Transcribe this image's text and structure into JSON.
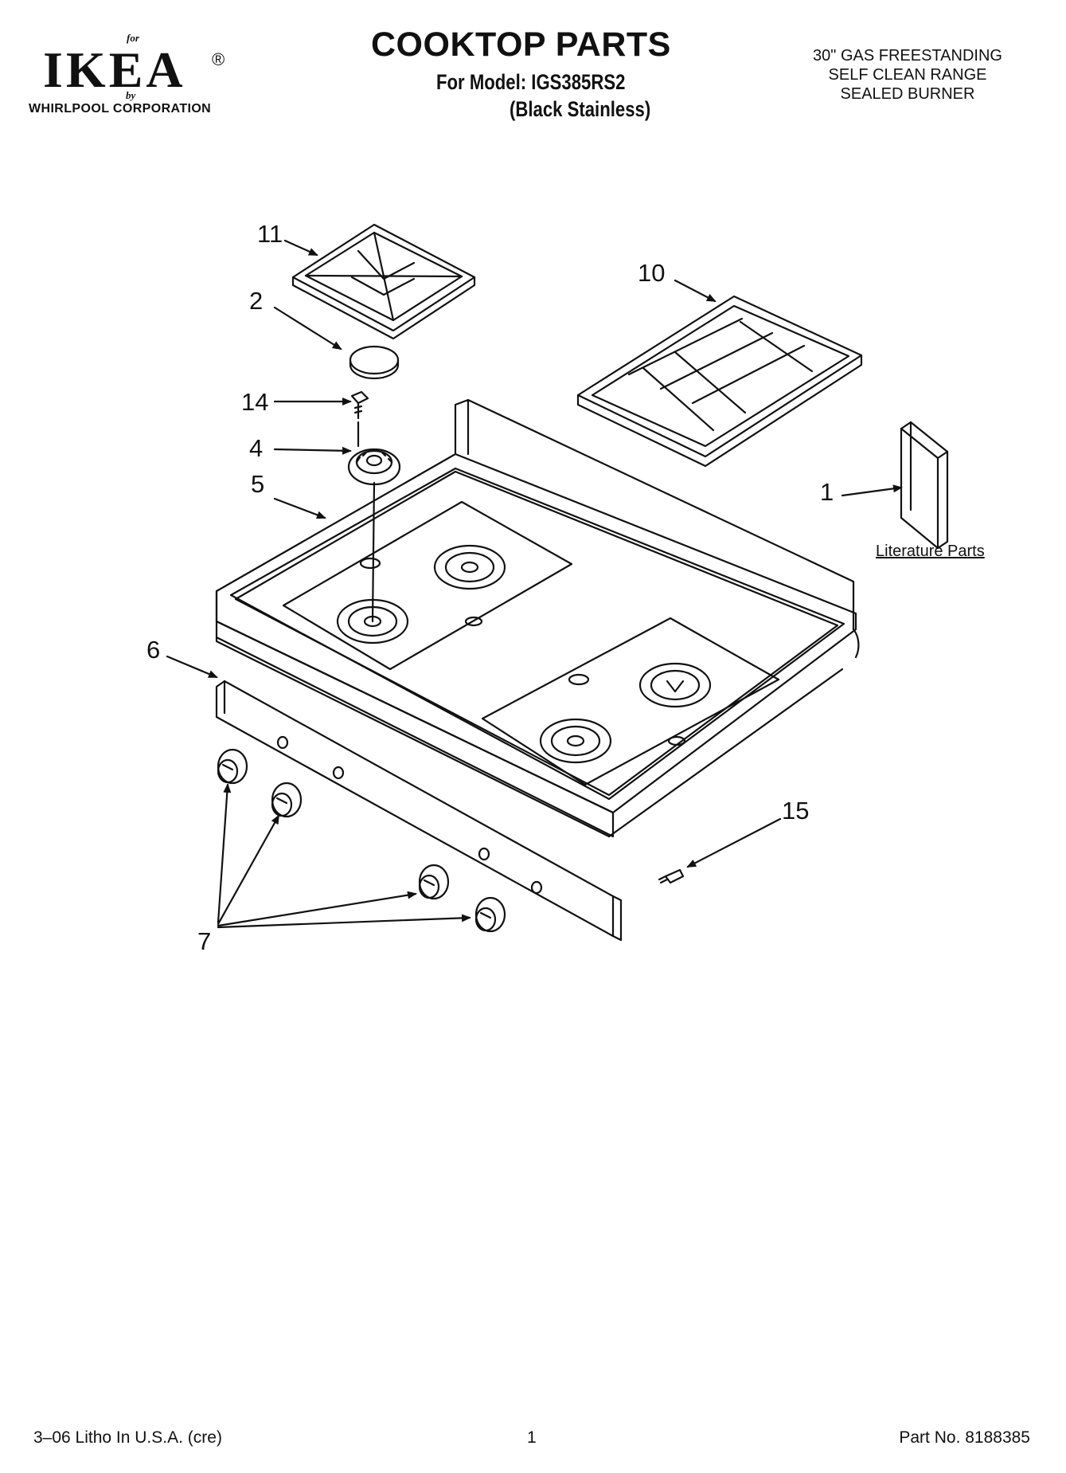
{
  "brand": {
    "for": "for",
    "logo": "IKEA",
    "registered": "®",
    "by": "by",
    "corporation": "WHIRLPOOL CORPORATION"
  },
  "header": {
    "title": "COOKTOP PARTS",
    "model": "For Model: IGS385RS2",
    "variant": "(Black Stainless)",
    "description": [
      "30\" GAS FREESTANDING",
      "SELF CLEAN RANGE",
      "SEALED BURNER"
    ]
  },
  "callouts": {
    "c11": "11",
    "c10": "10",
    "c2": "2",
    "c14": "14",
    "c4": "4",
    "c5": "5",
    "c1": "1",
    "c6": "6",
    "c15": "15",
    "c7": "7"
  },
  "literature_label": "Literature Parts",
  "footer": {
    "print": "3–06 Litho In U.S.A. (cre)",
    "page": "1",
    "part_no": "Part No. 8188385"
  }
}
